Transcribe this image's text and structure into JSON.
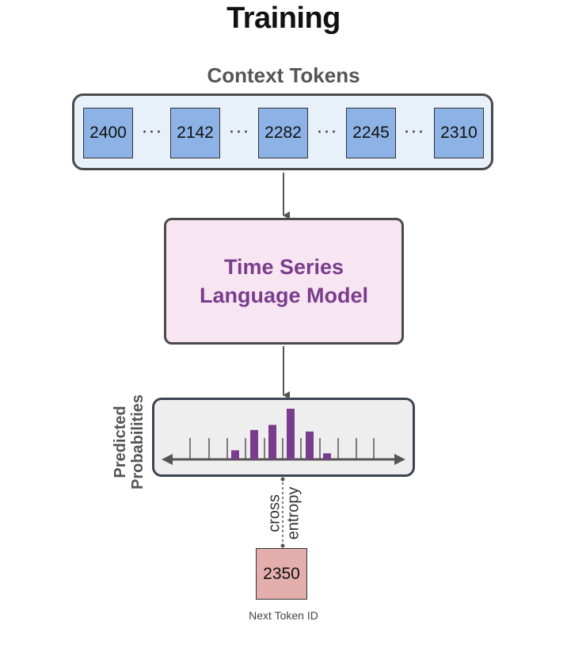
{
  "title": "Training",
  "context": {
    "label": "Context Tokens",
    "tokens": [
      "2400",
      "2142",
      "2282",
      "2245",
      "2310"
    ],
    "ellipsis": "···"
  },
  "model": {
    "line1": "Time Series",
    "line2": "Language Model"
  },
  "predicted": {
    "line1": "Predicted",
    "line2": "Probabilities",
    "bar_heights": [
      0.18,
      0.58,
      0.68,
      1.0,
      0.55,
      0.12
    ]
  },
  "loss": {
    "line1": "cross",
    "line2": "entropy"
  },
  "target": {
    "value": "2350",
    "caption": "Next Token ID"
  },
  "colors": {
    "context_bg": "#e8f0fa",
    "token_fill": "#8db3e6",
    "model_bg": "#f7e6f1",
    "model_text": "#7a3d8e",
    "bar_fill": "#7a3d8e",
    "target_fill": "#e3aeac"
  }
}
